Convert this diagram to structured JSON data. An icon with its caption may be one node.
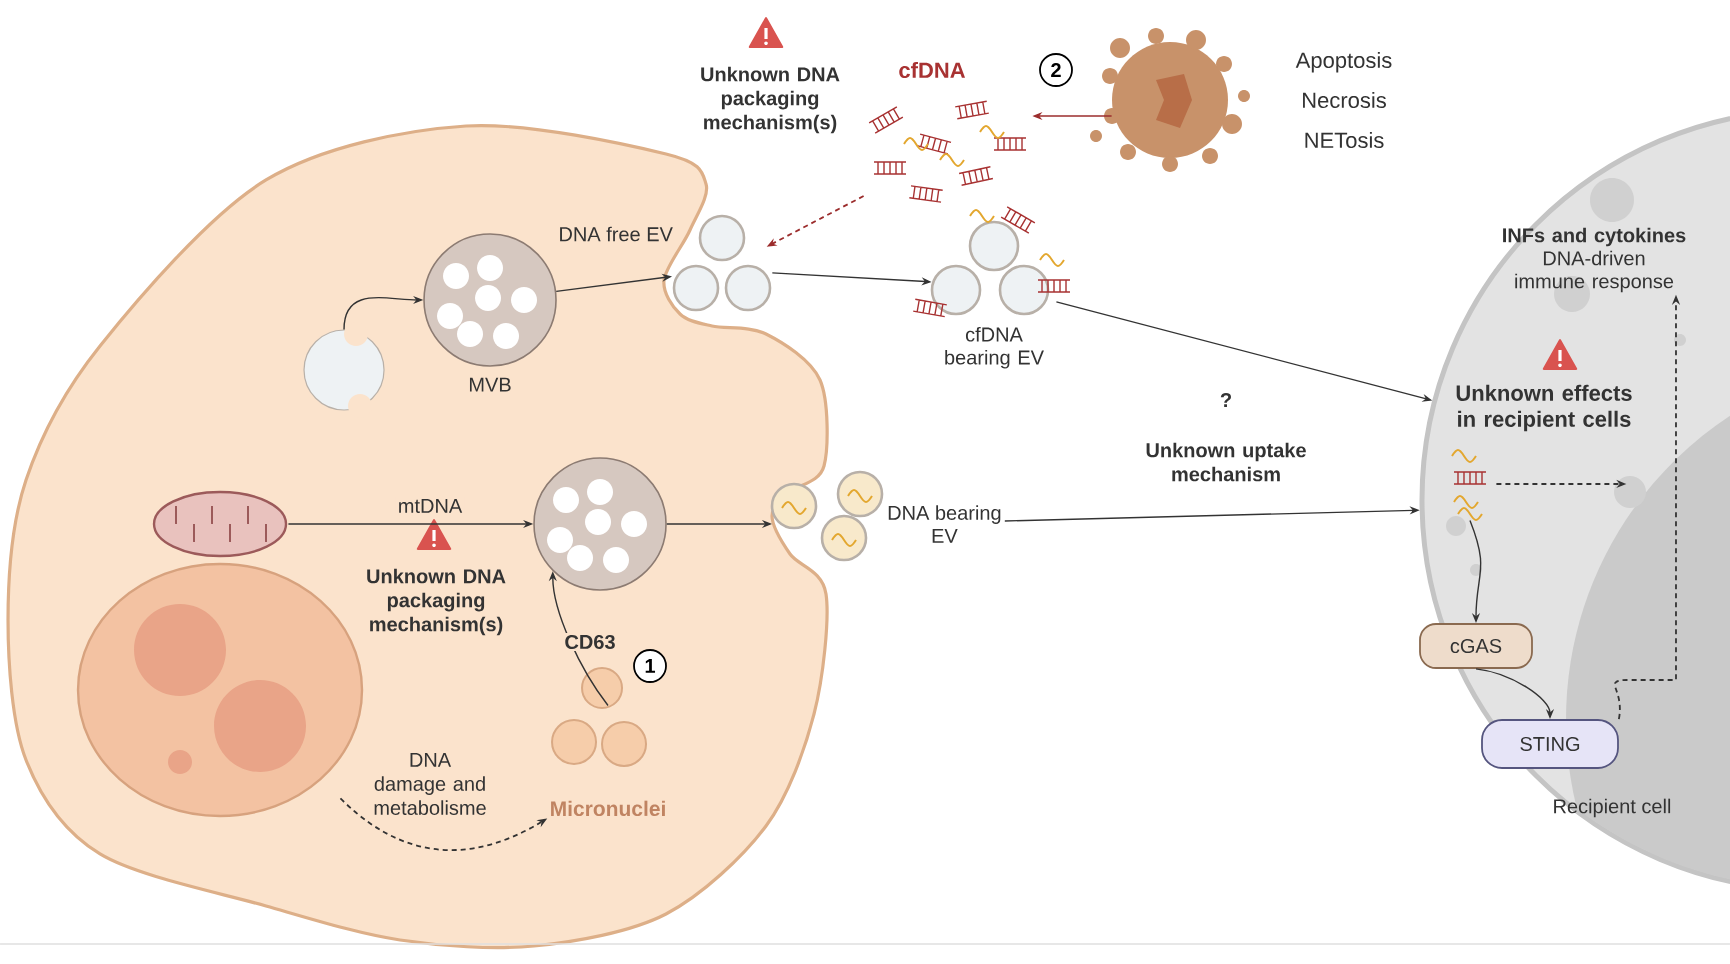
{
  "diagram": {
    "nodes": [
      {
        "text": [
          "Recipient cell"
        ]
      },
      {
        "text": [
          "MVB"
        ]
      },
      {
        "text": [],
        "shape": "circle"
      },
      {
        "text": [
          "DNA free EV"
        ]
      },
      {
        "text": [
          "cfDNA bearing EV"
        ]
      },
      {
        "text": [
          "cfDNA"
        ]
      },
      {
        "text": [
          "Apoptosis Necrosis NETosis"
        ]
      },
      {
        "text": [],
        "shape": "picture"
      },
      {
        "text": [],
        "shape": "circle"
      },
      {
        "text": [
          "DNA bearing EV"
        ]
      },
      {
        "text": [],
        "shape": "picture"
      },
      {
        "text": [
          "Micronuclei"
        ]
      },
      {
        "text": [
          "cGAS"
        ],
        "in": 0
      },
      {
        "text": [
          "STING"
        ],
        "in": 0
      },
      {
        "text": [],
        "shape": "picture",
        "in": 0
      },
      {
        "text": [
          "INFs and cytokines",
          "DNA-driven immune response"
        ],
        "in": 0
      }
    ],
    "edges": [
      {
        "from": 2,
        "to": 1,
        "arrow": "to"
      },
      {
        "from": 1,
        "to": 3,
        "arrow": "to"
      },
      {
        "from": 3,
        "to": 4,
        "arrow": "to"
      },
      {
        "from": 6,
        "to": 5,
        "arrow": "to",
        "color": "#9b2c2c"
      },
      {
        "from": 5,
        "to": 3,
        "arrow": "to",
        "style": "dashed",
        "color": "#9b2c2c"
      },
      {
        "from": 4,
        "to": 0,
        "arrow": "to"
      },
      {
        "from": 7,
        "to": 8,
        "arrow": "to",
        "label": "mtDNA"
      },
      {
        "from": 8,
        "to": 9,
        "arrow": "to"
      },
      {
        "from": 9,
        "to": 0,
        "arrow": "to"
      },
      {
        "from": 10,
        "to": 11,
        "arrow": "to",
        "style": "dashed",
        "label": "DNA damage and metabolisme"
      },
      {
        "from": 11,
        "to": 8,
        "arrow": "to",
        "label": "CD63"
      },
      {
        "from": 14,
        "to": 12,
        "arrow": "to"
      },
      {
        "from": 12,
        "to": 13,
        "arrow": "to"
      },
      {
        "from": 13,
        "to": 15,
        "arrow": "to",
        "style": "dashed"
      },
      {
        "from": 14,
        "to": null,
        "arrow": "to",
        "style": "dashed"
      }
    ],
    "labels": [
      "Unknown DNA packaging mechanism(s)",
      "2",
      "?",
      "Unknown uptake mechanism",
      "Unknown effects in recipient cells",
      "Unknown DNA packaging mechanism(s)",
      "1"
    ]
  }
}
